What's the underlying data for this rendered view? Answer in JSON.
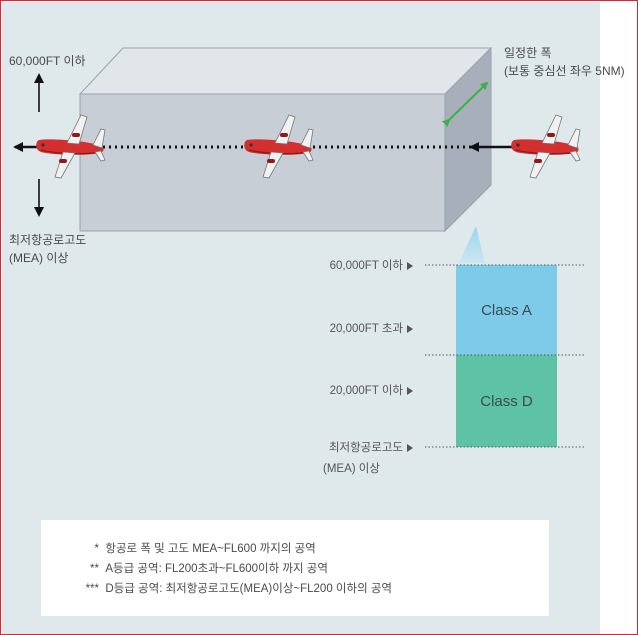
{
  "left_labels": {
    "top": "60,000FT 이하",
    "bottom_line1": "최저항공로고도",
    "bottom_line2": "(MEA) 이상"
  },
  "width_label": {
    "line1": "일정한 폭",
    "line2": "(보통 중심선 좌우 5NM)"
  },
  "altitude_levels": [
    {
      "text": "60,000FT 이하"
    },
    {
      "text": "20,000FT 초과"
    },
    {
      "text": "20,000FT 이하"
    },
    {
      "text": "최저항공로고도",
      "text2": "(MEA) 이상"
    }
  ],
  "classes": [
    {
      "label": "Class A",
      "color": "#7dcbe8"
    },
    {
      "label": "Class D",
      "color": "#5ec3a4"
    }
  ],
  "notes": [
    {
      "mark": "*",
      "text": "항공로 폭 및 고도 MEA~FL600 까지의 공역"
    },
    {
      "mark": "**",
      "text": "A등급 공역: FL200초과~FL600이하 까지 공역"
    },
    {
      "mark": "***",
      "text": "D등급 공역: 최저항공로고도(MEA)이상~FL200 이하의 공역"
    }
  ],
  "colors": {
    "frame_border": "#d9253a",
    "panel_bg": "#dfe9ec",
    "box_front": "#c7ced6",
    "aircraft": "#d32f2f",
    "width_arrow": "#3cb04a"
  }
}
